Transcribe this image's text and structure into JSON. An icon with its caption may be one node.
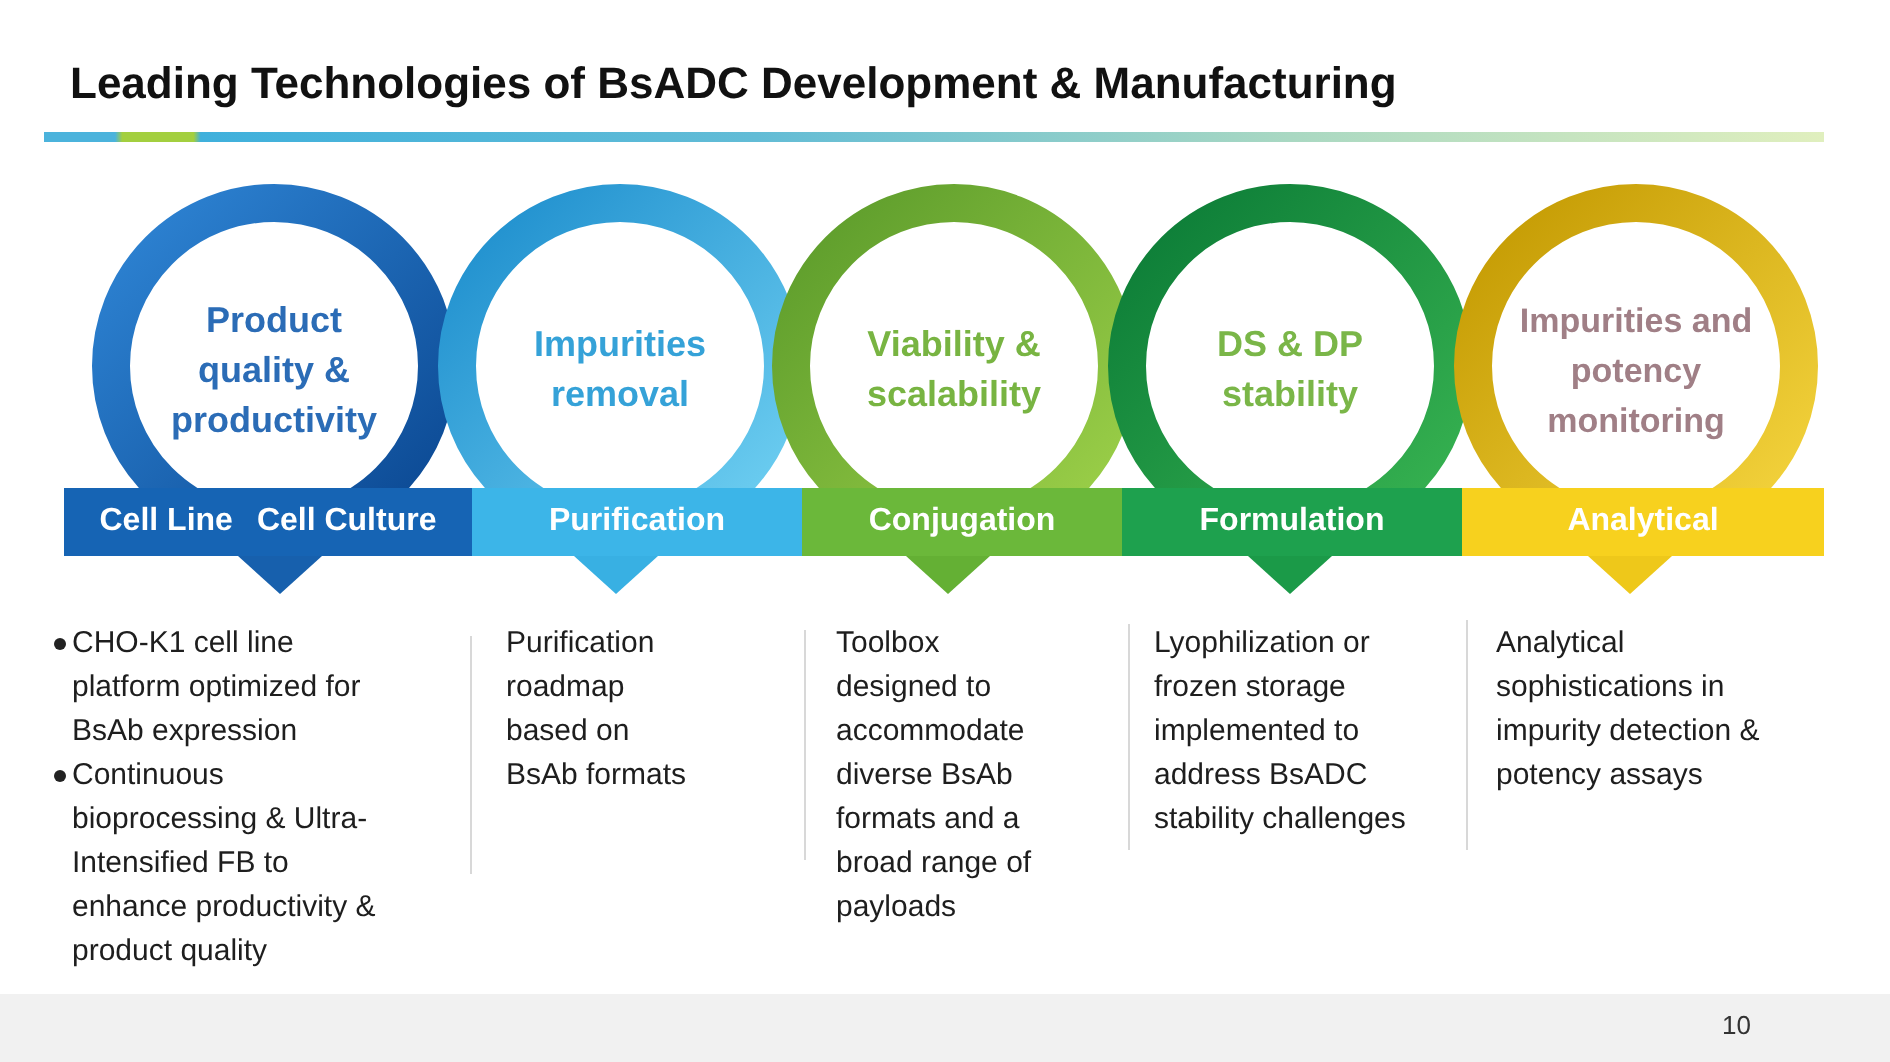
{
  "diagram": {
    "title": "Leading Technologies of BsADC Development & Manufacturing",
    "nodes": [
      {
        "text": [
          "Product quality & productivity"
        ]
      },
      {
        "text": [
          "Impurities removal"
        ]
      },
      {
        "text": [
          "Viability & scalability"
        ]
      },
      {
        "text": [
          "DS & DP stability"
        ]
      },
      {
        "text": [
          "Impurities and potency monitoring"
        ]
      },
      {
        "text": [
          "Cell Line",
          "Cell Culture"
        ]
      },
      {
        "text": [
          "Purification"
        ]
      },
      {
        "text": [
          "Conjugation"
        ]
      },
      {
        "text": [
          "Formulation"
        ]
      },
      {
        "text": [
          "Analytical"
        ]
      },
      {
        "text": [
          "CHO-K1 cell line platform optimized for BsAb expression",
          "Continuous bioprocessing & Ultra-Intensified FB to enhance productivity & product quality"
        ]
      },
      {
        "text": [
          "Purification roadmap based on BsAb formats"
        ]
      },
      {
        "text": [
          "Toolbox designed to accommodate diverse BsAb formats and a broad range of payloads"
        ]
      },
      {
        "text": [
          "Lyophilization or frozen storage implemented to address BsADC stability challenges"
        ]
      },
      {
        "text": [
          "Analytical sophistications in impurity detection & potency assays"
        ]
      }
    ],
    "edges": [
      {
        "from": 5,
        "to": 10,
        "arrow": "to",
        "color": "#1760ad"
      },
      {
        "from": 6,
        "to": 11,
        "arrow": "to",
        "color": "#38b0e3"
      },
      {
        "from": 7,
        "to": 12,
        "arrow": "to",
        "color": "#64b034"
      },
      {
        "from": 8,
        "to": 13,
        "arrow": "to",
        "color": "#1b9a48"
      },
      {
        "from": 9,
        "to": 14,
        "arrow": "to",
        "color": "#eec81a"
      }
    ],
    "labels": [
      "10"
    ]
  }
}
